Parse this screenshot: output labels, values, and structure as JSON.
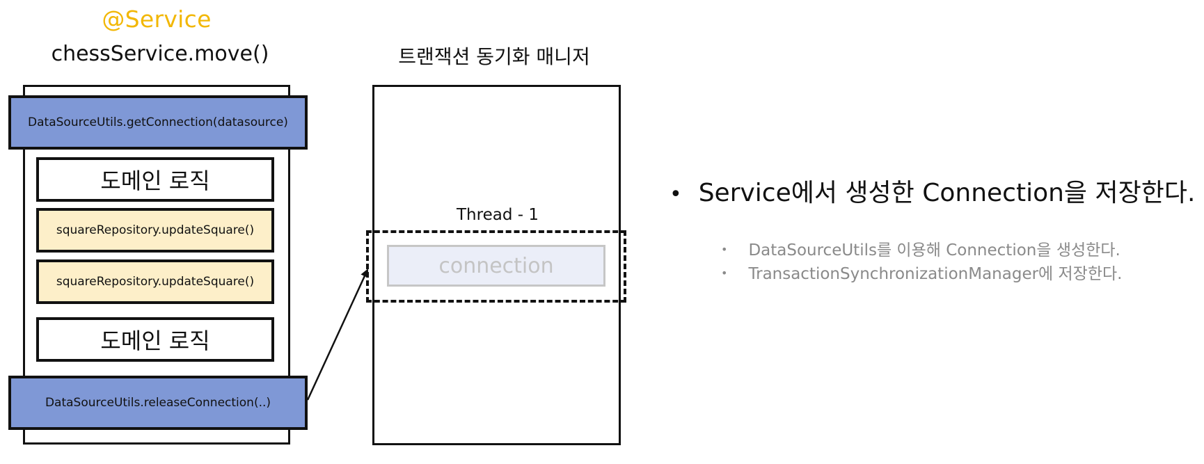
{
  "service": {
    "annotation": "@Service",
    "title": "chessService.move()",
    "get_connection": "DataSourceUtils.getConnection(datasource)",
    "domain_logic_1": "도메인 로직",
    "repo_call_1": "squareRepository.updateSquare()",
    "repo_call_2": "squareRepository.updateSquare()",
    "domain_logic_2": "도메인 로직",
    "release_connection": "DataSourceUtils.releaseConnection(..)"
  },
  "manager": {
    "title": "트랜잭션 동기화 매니저",
    "thread_label": "Thread - 1",
    "connection_label": "connection"
  },
  "notes": {
    "main": "Service에서 생성한 Connection을 저장한다.",
    "sub": [
      "DataSourceUtils를 이용해 Connection을 생성한다.",
      "TransactionSynchronizationManager에 저장한다."
    ]
  },
  "colors": {
    "annotation": "#f2b705",
    "connection_call_fill": "#7f98d6",
    "repository_call_fill": "#fdefc9",
    "connection_box_fill": "#ebeef8"
  }
}
